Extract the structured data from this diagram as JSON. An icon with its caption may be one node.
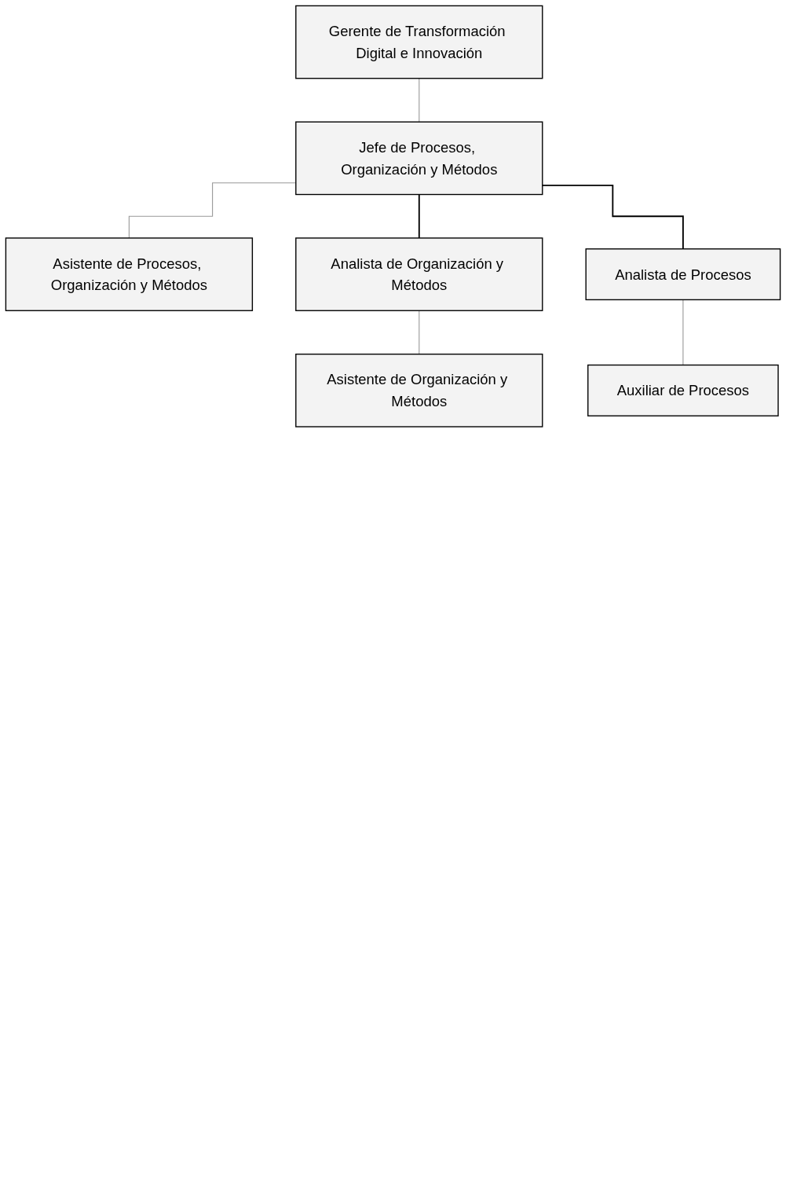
{
  "diagram": {
    "nodes": [
      {
        "text": [
          "Gerente de Transformación Digital e Innovación"
        ]
      },
      {
        "text": [
          "Jefe de Procesos, Organización y Métodos"
        ]
      },
      {
        "text": [
          "Asistente de Procesos, Organización y Métodos"
        ]
      },
      {
        "text": [
          "Analista de Organización y Métodos"
        ]
      },
      {
        "text": [
          "Analista de Procesos"
        ]
      },
      {
        "text": [
          "Asistente de Organización y Métodos"
        ]
      },
      {
        "text": [
          "Auxiliar de Procesos"
        ]
      }
    ],
    "edges": [
      {
        "from": 0,
        "to": 1,
        "arrow": "none"
      },
      {
        "from": 1,
        "to": 2,
        "arrow": "none"
      },
      {
        "from": 1,
        "to": 3,
        "arrow": "none",
        "color": "#000000"
      },
      {
        "from": 1,
        "to": 4,
        "arrow": "none",
        "color": "#000000"
      },
      {
        "from": 3,
        "to": 5,
        "arrow": "none"
      },
      {
        "from": 4,
        "to": 6,
        "arrow": "none"
      }
    ]
  }
}
